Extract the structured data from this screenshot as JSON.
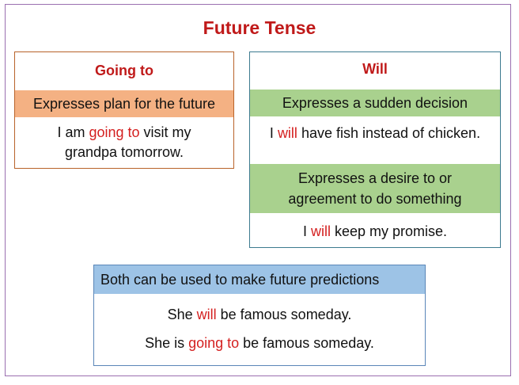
{
  "title": "Future Tense",
  "going_to": {
    "heading": "Going to",
    "band": "Expresses plan for the future",
    "example": {
      "line1_pre": "I am ",
      "line1_hl": "going to",
      "line1_post": " visit my",
      "line2": "grandpa tomorrow."
    }
  },
  "will": {
    "heading": "Will",
    "band1": "Expresses a sudden decision",
    "example1": {
      "pre": "I ",
      "hl": "will",
      "post": " have fish instead of chicken."
    },
    "band2_line1": "Expresses a desire to or",
    "band2_line2": "agreement to do something",
    "example2": {
      "pre": "I ",
      "hl": "will",
      "post": " keep my promise."
    }
  },
  "both": {
    "band": "Both can be used to make future predictions",
    "example1": {
      "pre": "She ",
      "hl": "will",
      "post": " be famous someday."
    },
    "example2": {
      "pre": "She is ",
      "hl": "going to",
      "post": " be famous someday."
    }
  },
  "colors": {
    "title_red": "#c01a1a",
    "highlight_red": "#d42020",
    "orange_band": "#f4b183",
    "green_band": "#a9d18e",
    "blue_band": "#9dc3e6"
  }
}
